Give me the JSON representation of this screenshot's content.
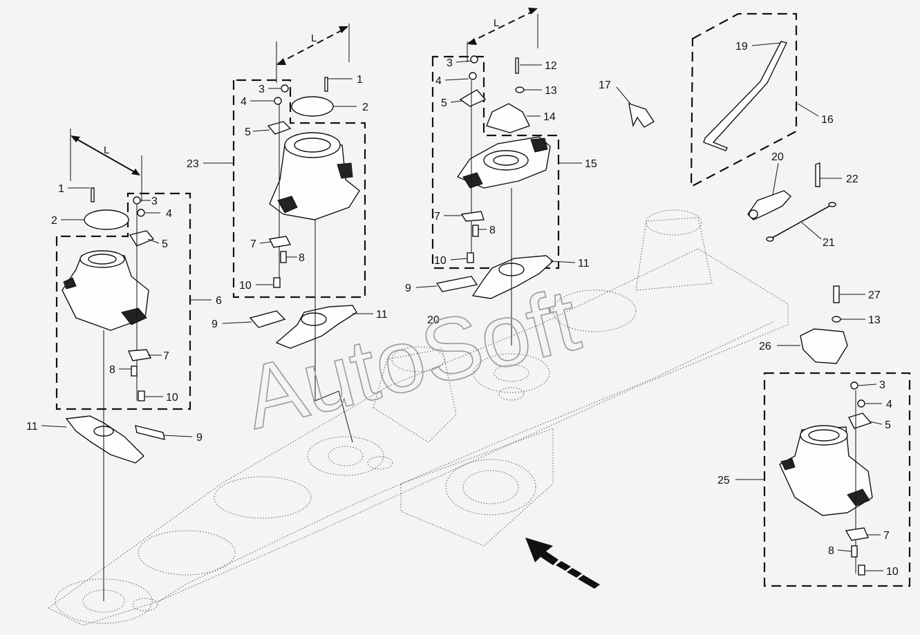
{
  "watermark": "AutoSoft",
  "dimension_label": "L",
  "callouts": [
    {
      "id": "c-1a",
      "text": "1"
    },
    {
      "id": "c-2a",
      "text": "2"
    },
    {
      "id": "c-3a",
      "text": "3"
    },
    {
      "id": "c-4a",
      "text": "4"
    },
    {
      "id": "c-5a",
      "text": "5"
    },
    {
      "id": "c-6",
      "text": "6"
    },
    {
      "id": "c-7a",
      "text": "7"
    },
    {
      "id": "c-8a",
      "text": "8"
    },
    {
      "id": "c-10a",
      "text": "10"
    },
    {
      "id": "c-11a",
      "text": "11"
    },
    {
      "id": "c-9a",
      "text": "9"
    },
    {
      "id": "c-1b",
      "text": "1"
    },
    {
      "id": "c-2b",
      "text": "2"
    },
    {
      "id": "c-3b",
      "text": "3"
    },
    {
      "id": "c-4b",
      "text": "4"
    },
    {
      "id": "c-5b",
      "text": "5"
    },
    {
      "id": "c-23",
      "text": "23"
    },
    {
      "id": "c-7b",
      "text": "7"
    },
    {
      "id": "c-8b",
      "text": "8"
    },
    {
      "id": "c-10b",
      "text": "10"
    },
    {
      "id": "c-9b",
      "text": "9"
    },
    {
      "id": "c-11b",
      "text": "11"
    },
    {
      "id": "c-3c",
      "text": "3"
    },
    {
      "id": "c-4c",
      "text": "4"
    },
    {
      "id": "c-5c",
      "text": "5"
    },
    {
      "id": "c-12",
      "text": "12"
    },
    {
      "id": "c-13a",
      "text": "13"
    },
    {
      "id": "c-14",
      "text": "14"
    },
    {
      "id": "c-15",
      "text": "15"
    },
    {
      "id": "c-7c",
      "text": "7"
    },
    {
      "id": "c-8c",
      "text": "8"
    },
    {
      "id": "c-10c",
      "text": "10"
    },
    {
      "id": "c-9c",
      "text": "9"
    },
    {
      "id": "c-11c",
      "text": "11"
    },
    {
      "id": "c-20a",
      "text": "20"
    },
    {
      "id": "c-17",
      "text": "17"
    },
    {
      "id": "c-19",
      "text": "19"
    },
    {
      "id": "c-16",
      "text": "16"
    },
    {
      "id": "c-20b",
      "text": "20"
    },
    {
      "id": "c-22",
      "text": "22"
    },
    {
      "id": "c-21",
      "text": "21"
    },
    {
      "id": "c-27",
      "text": "27"
    },
    {
      "id": "c-13b",
      "text": "13"
    },
    {
      "id": "c-26",
      "text": "26"
    },
    {
      "id": "c-3d",
      "text": "3"
    },
    {
      "id": "c-4d",
      "text": "4"
    },
    {
      "id": "c-5d",
      "text": "5"
    },
    {
      "id": "c-25",
      "text": "25"
    },
    {
      "id": "c-7d",
      "text": "7"
    },
    {
      "id": "c-8d",
      "text": "8"
    },
    {
      "id": "c-10d",
      "text": "10"
    }
  ]
}
